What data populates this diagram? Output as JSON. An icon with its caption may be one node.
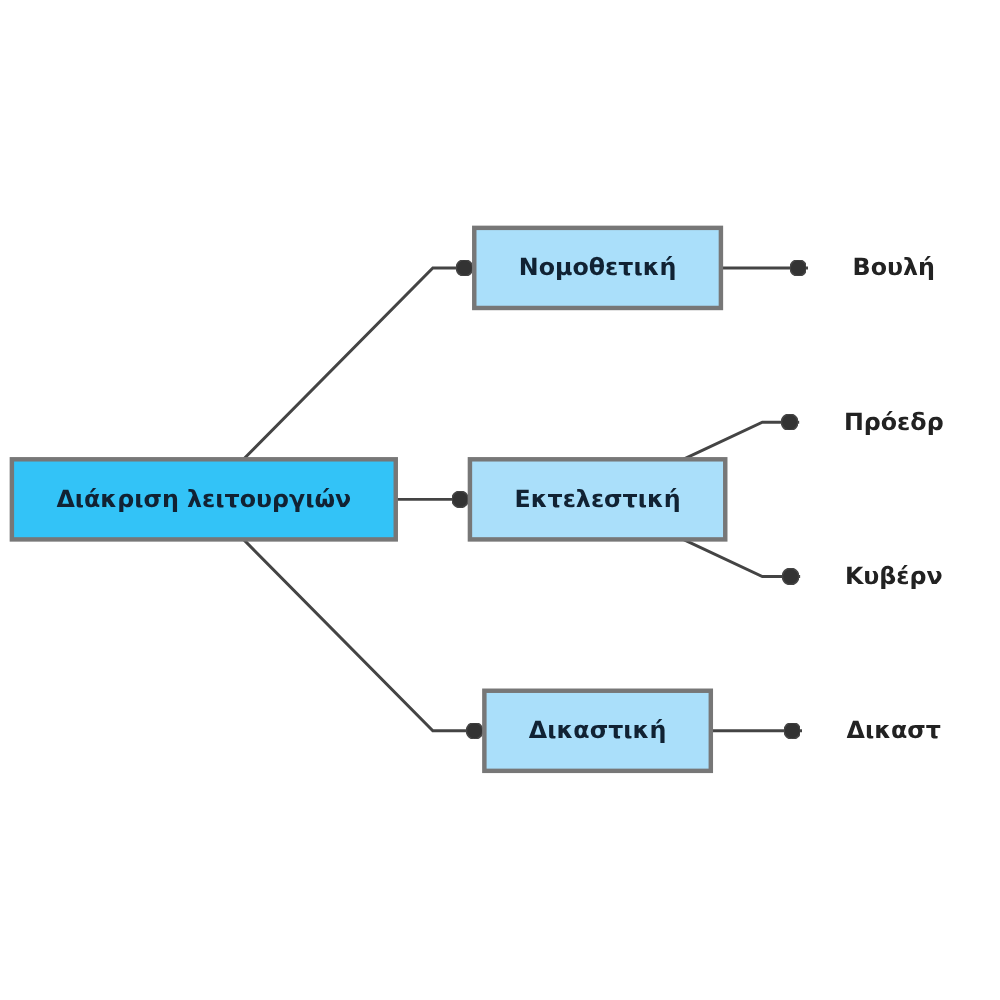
{
  "diagram": {
    "nodes": [
      {
        "text": [
          "Διάκριση λειτουργιών"
        ]
      },
      {
        "text": [
          "Νομοθετική"
        ]
      },
      {
        "text": [
          "Εκτελεστική"
        ]
      },
      {
        "text": [
          "Δικαστική"
        ]
      },
      {
        "text": [
          "Βουλή"
        ]
      },
      {
        "text": [
          "Πρόεδρ"
        ]
      },
      {
        "text": [
          "Κυβέρν"
        ]
      },
      {
        "text": [
          "Δικαστ"
        ]
      }
    ],
    "edges": [
      {
        "from": 0,
        "to": 1,
        "arrow": "other"
      },
      {
        "from": 0,
        "to": 2,
        "arrow": "other"
      },
      {
        "from": 0,
        "to": 3,
        "arrow": "other"
      },
      {
        "from": 1,
        "to": 4,
        "arrow": "other"
      },
      {
        "from": 2,
        "to": 5,
        "arrow": "other"
      },
      {
        "from": 2,
        "to": 6,
        "arrow": "other"
      },
      {
        "from": 3,
        "to": 7,
        "arrow": "other"
      }
    ]
  }
}
